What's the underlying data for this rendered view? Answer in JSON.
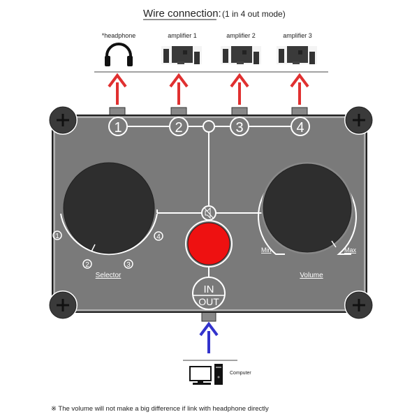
{
  "title": "Wire connection:",
  "subtitle": "(1 in 4 out mode)",
  "outputs": [
    {
      "label": "*headphone",
      "icon": "headphone-icon"
    },
    {
      "label": "amplifier 1",
      "icon": "speaker-system-icon"
    },
    {
      "label": "amplifier 2",
      "icon": "speaker-system-icon"
    },
    {
      "label": "amplifier 3",
      "icon": "speaker-system-icon"
    }
  ],
  "ports": [
    "1",
    "2",
    "3",
    "4"
  ],
  "selector": {
    "label": "Selector",
    "positions": [
      "1",
      "2",
      "3",
      "4"
    ]
  },
  "volume": {
    "label": "Volume",
    "min": "Min",
    "max": "Max"
  },
  "inout": {
    "in": "IN",
    "out": "OUT"
  },
  "input_device": {
    "label": "Computer"
  },
  "footnote": "※ The volume will not make a big difference if link with headphone directly",
  "colors": {
    "panel": "#7a7a7a",
    "knob": "#2e2e2e",
    "button": "#ee1111",
    "arrow_out": "#e03030",
    "arrow_in": "#3333cc"
  }
}
